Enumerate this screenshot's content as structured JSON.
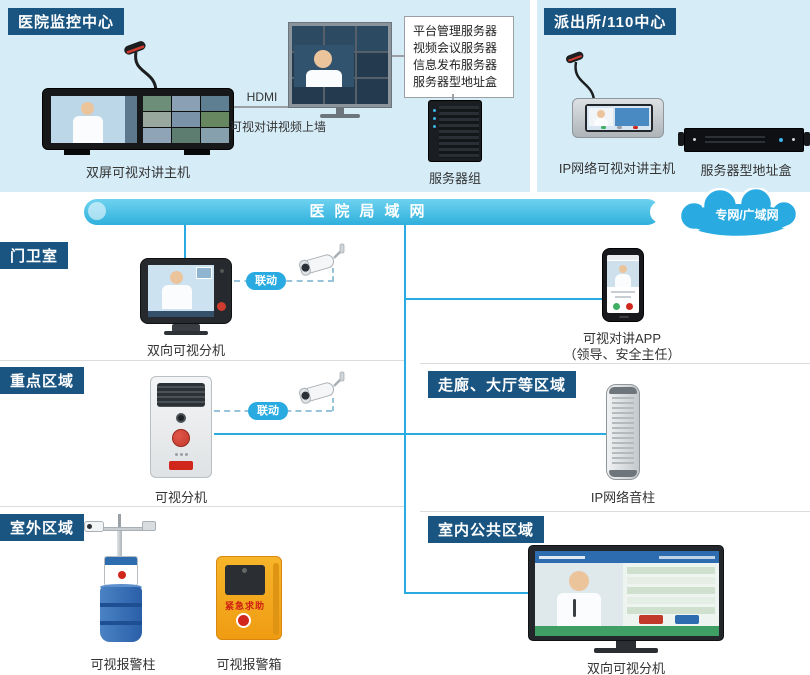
{
  "colors": {
    "accent": "#29abe2",
    "section_tag_bg": "#1a5480",
    "lan_bar": "#3fbde6",
    "panel_bg": "#d6edf8",
    "alarm_box": "#f6a81c"
  },
  "monitor_center": {
    "title": "医院监控中心",
    "hdmi": "HDMI",
    "video_wall_label": "可视对讲视频上墙",
    "host_label": "双屏可视对讲主机",
    "server_group_label": "服务器组",
    "server_list": [
      "平台管理服务器",
      "视频会议服务器",
      "信息发布服务器",
      "服务器型地址盒"
    ]
  },
  "police": {
    "title": "派出所/110中心",
    "host_label": "IP网络可视对讲主机",
    "address_box_label": "服务器型地址盒"
  },
  "network": {
    "lan": "医院局域网",
    "wan": "专网/广域网"
  },
  "guard": {
    "title": "门卫室",
    "device_label": "双向可视分机",
    "linkage": "联动"
  },
  "app": {
    "label": "可视对讲APP",
    "sub": "（领导、安全主任）"
  },
  "key_area": {
    "title": "重点区域",
    "device_label": "可视分机",
    "linkage": "联动"
  },
  "corridor": {
    "title": "走廊、大厅等区域",
    "device_label": "IP网络音柱"
  },
  "outdoor": {
    "title": "室外区域",
    "pole_label": "可视报警柱",
    "box_label": "可视报警箱",
    "box_text": "紧急求助"
  },
  "indoor": {
    "title": "室内公共区域",
    "device_label": "双向可视分机"
  }
}
